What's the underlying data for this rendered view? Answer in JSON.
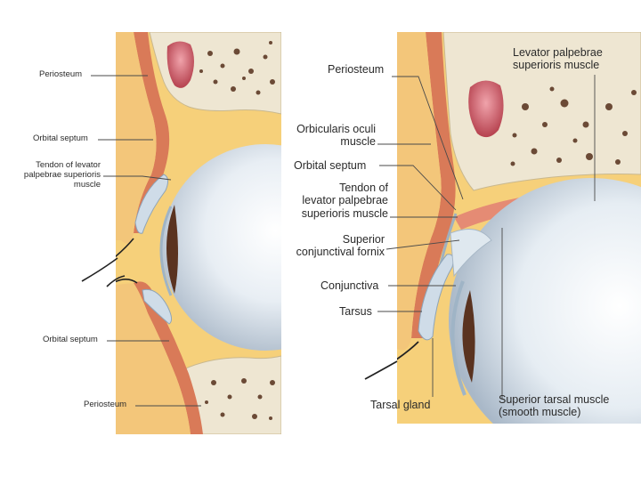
{
  "left_panel": {
    "labels": {
      "periosteum_upper": "Periosteum",
      "orbital_septum_upper": "Orbital septum",
      "tendon_levator": [
        "Tendon of levator",
        "palpebrae superioris",
        "muscle"
      ],
      "orbital_septum_lower": "Orbital septum",
      "periosteum_lower": "Periosteum"
    }
  },
  "right_panel": {
    "labels": {
      "levator_muscle": [
        "Levator palpebrae",
        "superioris muscle"
      ],
      "periosteum": "Periosteum",
      "orbicularis": [
        "Orbicularis oculi",
        "muscle"
      ],
      "orbital_septum": "Orbital septum",
      "tendon_levator": [
        "Tendon of",
        "levator palpebrae",
        "superioris muscle"
      ],
      "superior_fornix": [
        "Superior",
        "conjunctival fornix"
      ],
      "conjunctiva": "Conjunctiva",
      "tarsus": "Tarsus",
      "tarsal_gland": "Tarsal gland",
      "superior_tarsal": [
        "Superior tarsal muscle",
        "(smooth muscle)"
      ]
    }
  },
  "colors": {
    "fat": "#f6d07a",
    "bone": "#eee6d2",
    "bone_marrow": "#6b4a36",
    "sinus": "#c0505e",
    "muscle": "#d97a58",
    "eyeball": "#dfe6ee",
    "cornea": "#cfdce8",
    "iris": "#5a3320",
    "leader": "#4a4a4a"
  }
}
